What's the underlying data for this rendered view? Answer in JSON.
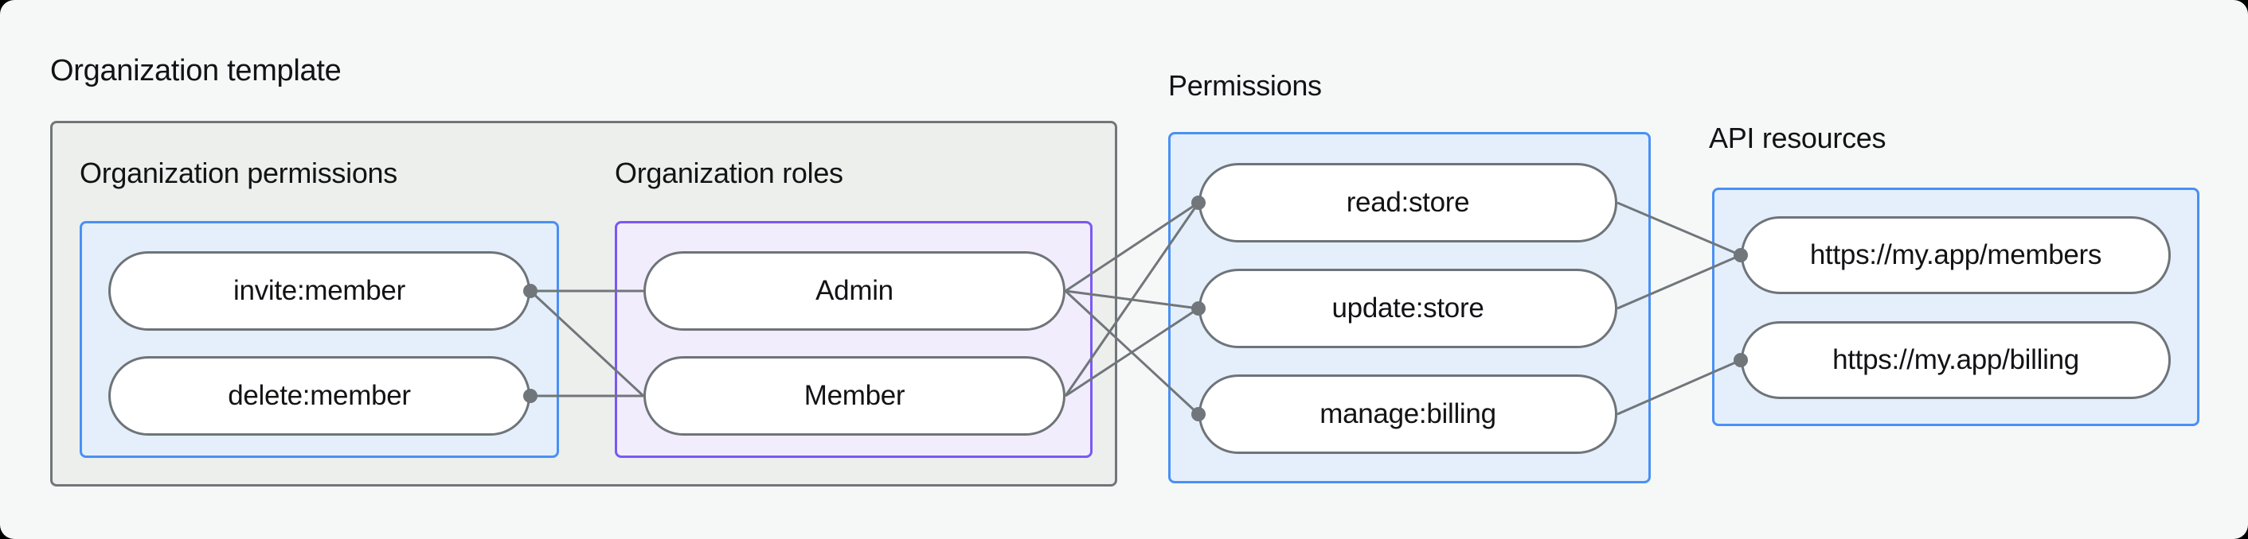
{
  "colors": {
    "background": "#F6F8F7",
    "gray_box_fill": "#EDEFED",
    "gray_border": "#70767A",
    "blue_box_fill": "#E4EFFB",
    "blue_border": "#4A90F5",
    "purple_box_fill": "#F2EDFC",
    "purple_border": "#7A58F5",
    "pill_border": "#6E7478",
    "edge_line": "#70767A",
    "text": "#131316"
  },
  "organization_template": {
    "title": "Organization template",
    "permissions_section": {
      "label": "Organization permissions",
      "nodes": [
        {
          "id": "invite_member",
          "label": "invite:member"
        },
        {
          "id": "delete_member",
          "label": "delete:member"
        }
      ]
    },
    "roles_section": {
      "label": "Organization roles",
      "nodes": [
        {
          "id": "admin",
          "label": "Admin"
        },
        {
          "id": "member",
          "label": "Member"
        }
      ]
    }
  },
  "permissions_group": {
    "label": "Permissions",
    "nodes": [
      {
        "id": "read_store",
        "label": "read:store"
      },
      {
        "id": "update_store",
        "label": "update:store"
      },
      {
        "id": "manage_billing",
        "label": "manage:billing"
      }
    ]
  },
  "api_resources_group": {
    "label": "API resources",
    "nodes": [
      {
        "id": "members_api",
        "label": "https://my.app/members"
      },
      {
        "id": "billing_api",
        "label": "https://my.app/billing"
      }
    ]
  },
  "edges": [
    {
      "from": "invite_member",
      "to": "admin"
    },
    {
      "from": "invite_member",
      "to": "member"
    },
    {
      "from": "delete_member",
      "to": "member"
    },
    {
      "from": "admin",
      "to": "read_store"
    },
    {
      "from": "admin",
      "to": "update_store"
    },
    {
      "from": "admin",
      "to": "manage_billing"
    },
    {
      "from": "member",
      "to": "read_store"
    },
    {
      "from": "member",
      "to": "update_store"
    },
    {
      "from": "read_store",
      "to": "members_api"
    },
    {
      "from": "update_store",
      "to": "members_api"
    },
    {
      "from": "manage_billing",
      "to": "billing_api"
    }
  ]
}
